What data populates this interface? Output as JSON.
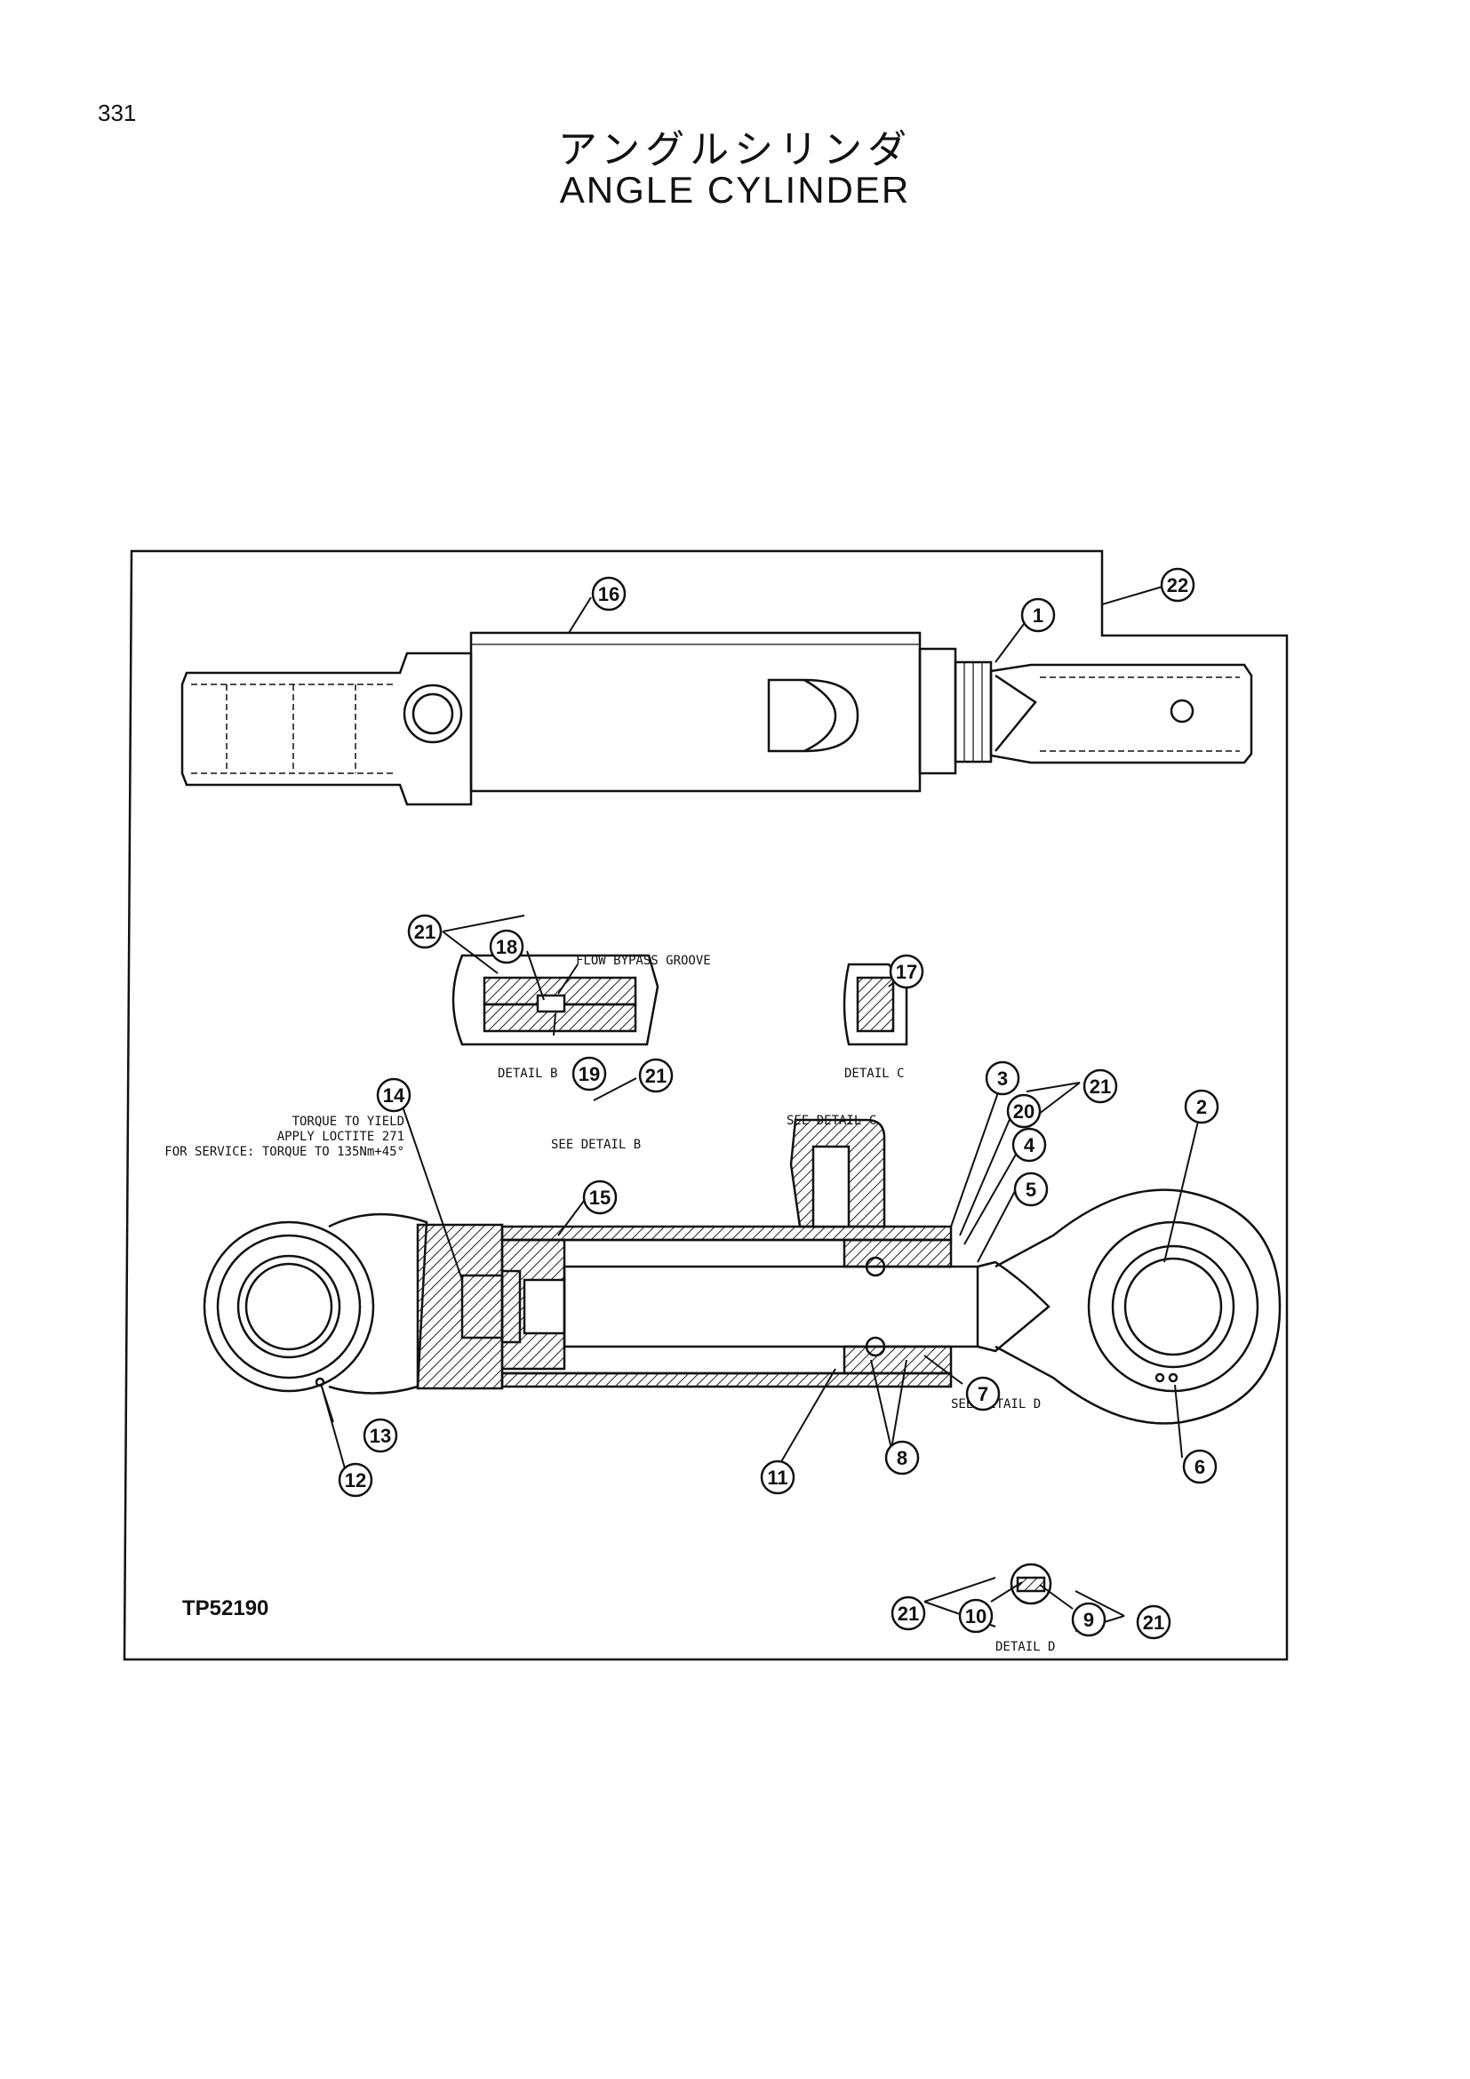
{
  "page": {
    "number": "331"
  },
  "title": {
    "japanese": "アングルシリンダ",
    "english": "ANGLE CYLINDER"
  },
  "drawing_code": "TP52190",
  "notes": {
    "flow_bypass_groove": "FLOW BYPASS GROOVE",
    "detail_b": "DETAIL B",
    "detail_c": "DETAIL C",
    "detail_d": "DETAIL D",
    "see_detail_b": "SEE DETAIL B",
    "see_detail_c": "SEE DETAIL C",
    "see_detail_d": "SEE DETAIL D",
    "torque_line1": "TORQUE TO YIELD",
    "torque_line2": "APPLY LOCTITE 271",
    "torque_line3": "FOR SERVICE: TORQUE TO 135Nm+45°"
  },
  "callouts": [
    "1",
    "2",
    "3",
    "4",
    "5",
    "6",
    "7",
    "8",
    "9",
    "10",
    "11",
    "12",
    "13",
    "14",
    "15",
    "16",
    "17",
    "18",
    "19",
    "20",
    "21",
    "22"
  ]
}
